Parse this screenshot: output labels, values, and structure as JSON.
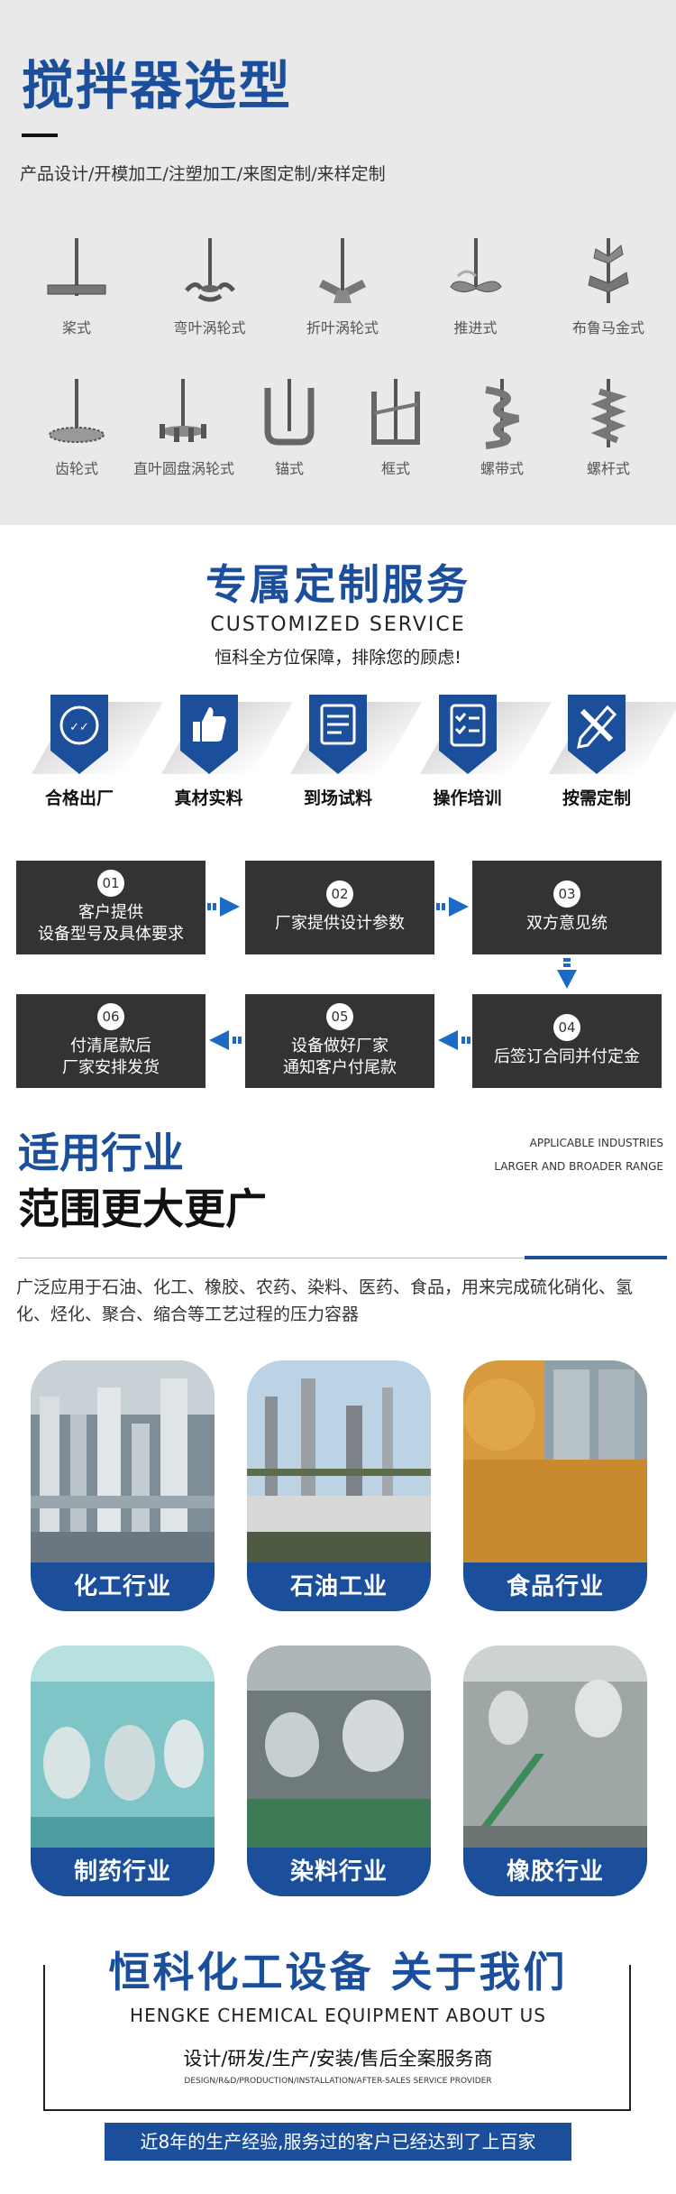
{
  "selection": {
    "title": "搅拌器选型",
    "subtitle": "产品设计/开模加工/注塑加工/来图定制/来样定制",
    "types": [
      {
        "label": "桨式",
        "icon": "paddle-impeller-icon"
      },
      {
        "label": "弯叶涡轮式",
        "icon": "curved-blade-turbine-icon"
      },
      {
        "label": "折叶涡轮式",
        "icon": "pitched-blade-turbine-icon"
      },
      {
        "label": "推进式",
        "icon": "propeller-impeller-icon"
      },
      {
        "label": "布鲁马金式",
        "icon": "brumagin-impeller-icon"
      },
      {
        "label": "齿轮式",
        "icon": "sawtooth-disc-icon"
      },
      {
        "label": "直叶圆盘涡轮式",
        "icon": "rushton-turbine-icon"
      },
      {
        "label": "锚式",
        "icon": "anchor-impeller-icon"
      },
      {
        "label": "框式",
        "icon": "frame-impeller-icon"
      },
      {
        "label": "螺带式",
        "icon": "helical-ribbon-icon"
      },
      {
        "label": "螺杆式",
        "icon": "screw-impeller-icon"
      }
    ]
  },
  "service": {
    "title": "专属定制服务",
    "title_en": "CUSTOMIZED SERVICE",
    "tagline": "恒科全方位保障，排除您的顾虑!",
    "features": [
      {
        "label": "合格出厂",
        "icon": "qualified-stamp-icon"
      },
      {
        "label": "真材实料",
        "icon": "thumbs-up-icon"
      },
      {
        "label": "到场试料",
        "icon": "document-icon"
      },
      {
        "label": "操作培训",
        "icon": "checklist-icon"
      },
      {
        "label": "按需定制",
        "icon": "ruler-pencil-icon"
      }
    ],
    "steps": [
      {
        "num": "01",
        "text": "客户提供\n设备型号及具体要求"
      },
      {
        "num": "02",
        "text": "厂家提供设计参数"
      },
      {
        "num": "03",
        "text": "双方意见统"
      },
      {
        "num": "04",
        "text": "后签订合同并付定金"
      },
      {
        "num": "05",
        "text": "设备做好厂家\n通知客户付尾款"
      },
      {
        "num": "06",
        "text": "付清尾款后\n厂家安排发货"
      }
    ]
  },
  "industries": {
    "title_line1": "适用行业",
    "title_line2": "范围更大更广",
    "en_line1": "APPLICABLE INDUSTRIES",
    "en_line2": "LARGER AND BROADER RANGE",
    "description": "广泛应用于石油、化工、橡胶、农药、染料、医药、食品，用来完成硫化硝化、氢化、烃化、聚合、缩合等工艺过程的压力容器",
    "cards": [
      {
        "label": "化工行业"
      },
      {
        "label": "石油工业"
      },
      {
        "label": "食品行业"
      },
      {
        "label": "制药行业"
      },
      {
        "label": "染料行业"
      },
      {
        "label": "橡胶行业"
      }
    ]
  },
  "about": {
    "title": "恒科化工设备 关于我们",
    "title_en": "HENGKE CHEMICAL EQUIPMENT ABOUT US",
    "services": "设计/研发/生产/安装/售后全案服务商",
    "services_en": "DESIGN/R&D/PRODUCTION/INSTALLATION/AFTER-SALES SERVICE PROVIDER",
    "experience": "近8年的生产经验,服务过的客户已经达到了上百家"
  },
  "colors": {
    "brand_blue": "#1b4f9c",
    "step_dark": "#333333",
    "section_grey": "#e9e9e9"
  }
}
